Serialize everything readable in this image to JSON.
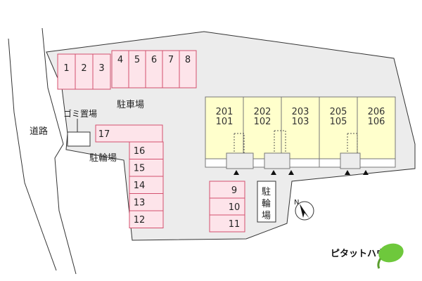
{
  "colors": {
    "lot": "#ececec",
    "lot_edge": "#333333",
    "slot_fill": "#fde4ea",
    "slot_edge": "#d4506e",
    "building": "#ffffcc",
    "building_edge": "#777777",
    "brand_green": "#6ec83c"
  },
  "labels": {
    "road": "道路",
    "garbage": "ゴミ置場",
    "parking": "駐車場",
    "bike_left": "駐輪場",
    "bike_right": [
      "駐",
      "輪",
      "場"
    ],
    "north": "N",
    "brand": "ピタットハウス"
  },
  "parking_top_a": [
    "1",
    "2",
    "3"
  ],
  "parking_top_b": [
    "4",
    "5",
    "6",
    "7",
    "8"
  ],
  "parking_side_top": "17",
  "parking_side": [
    "16",
    "15",
    "14",
    "13",
    "12"
  ],
  "parking_center": [
    "9",
    "10",
    "11"
  ],
  "units": [
    {
      "upper": "201",
      "lower": "101"
    },
    {
      "upper": "202",
      "lower": "102"
    },
    {
      "upper": "203",
      "lower": "103"
    },
    {
      "upper": "205",
      "lower": "105"
    },
    {
      "upper": "206",
      "lower": "106"
    }
  ],
  "icons": {
    "entrance": "triangle-marker",
    "compass": "north-arrow",
    "brand_logo": "green-leaf"
  }
}
